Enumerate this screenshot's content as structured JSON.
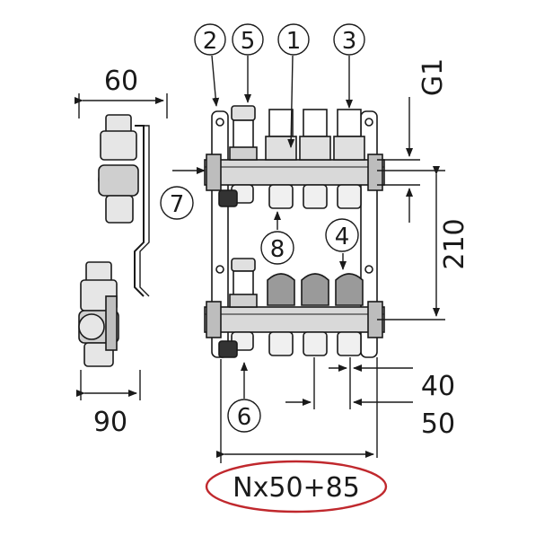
{
  "callouts": [
    "1",
    "2",
    "3",
    "4",
    "5",
    "6",
    "7",
    "8"
  ],
  "dimensions": {
    "side_width": "60",
    "side_depth": "90",
    "port_thread": "G1",
    "height": "210",
    "spacing_small": "40",
    "spacing_outlet": "50",
    "total_length": "Nx50+85"
  },
  "colors": {
    "line": "#1a1a1a",
    "metal": "#d9d9d9",
    "dark": "#333333",
    "highlight_ellipse": "#c0282d"
  }
}
